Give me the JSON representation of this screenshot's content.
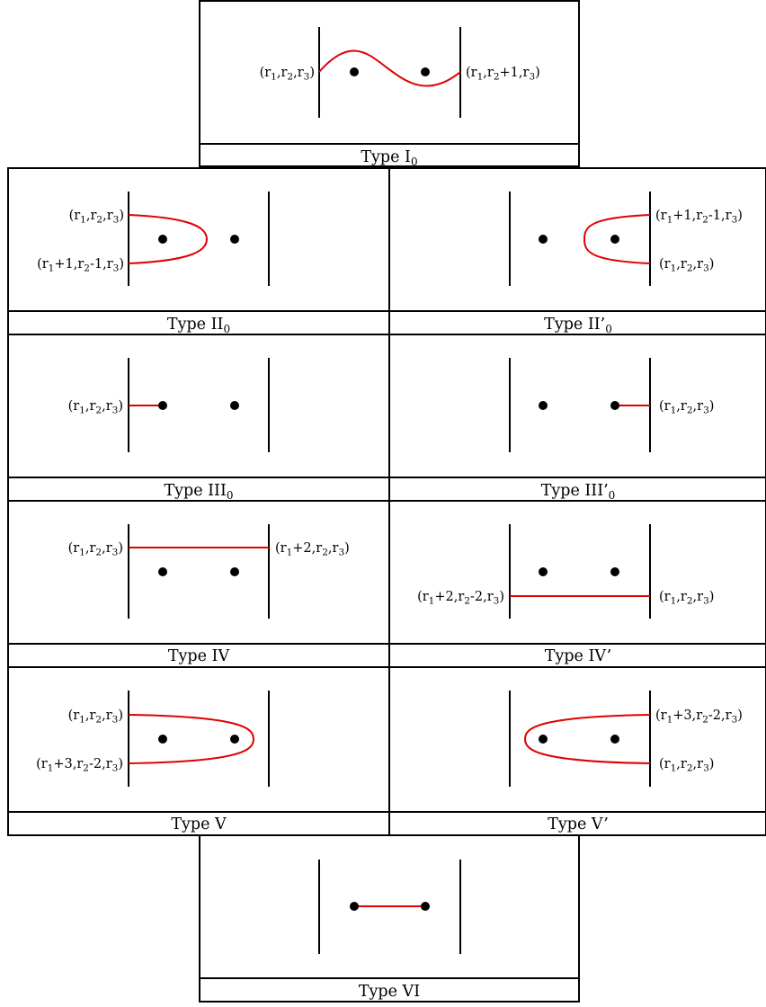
{
  "colors": {
    "curve": "#e00000",
    "line": "#000000",
    "background": "#ffffff"
  },
  "panels": {
    "type_I0": {
      "caption": {
        "text": "Type I",
        "sub": "0"
      },
      "label_left": {
        "parts": [
          "(r",
          "1",
          ",r",
          "2",
          ",r",
          "3",
          ")"
        ]
      },
      "label_right": {
        "parts": [
          "(r",
          "1",
          ",r",
          "2",
          "+1,r",
          "3",
          ")"
        ]
      }
    },
    "type_II0": {
      "caption": {
        "text": "Type II",
        "sub": "0"
      },
      "label_top": {
        "parts": [
          "(r",
          "1",
          ",r",
          "2",
          ",r",
          "3",
          ")"
        ]
      },
      "label_bottom": {
        "parts": [
          "(r",
          "1",
          "+1,r",
          "2",
          "-1,r",
          "3",
          ")"
        ]
      }
    },
    "type_II0_prime": {
      "caption": {
        "text": "Type II’",
        "sub": "0"
      },
      "label_top": {
        "parts": [
          "(r",
          "1",
          "+1,r",
          "2",
          "-1,r",
          "3",
          ")"
        ]
      },
      "label_bottom": {
        "parts": [
          "(r",
          "1",
          ",r",
          "2",
          ",r",
          "3",
          ")"
        ]
      }
    },
    "type_III0": {
      "caption": {
        "text": "Type III",
        "sub": "0"
      },
      "label": {
        "parts": [
          "(r",
          "1",
          ",r",
          "2",
          ",r",
          "3",
          ")"
        ]
      }
    },
    "type_III0_prime": {
      "caption": {
        "text": "Type III’",
        "sub": "0"
      },
      "label": {
        "parts": [
          "(r",
          "1",
          ",r",
          "2",
          ",r",
          "3",
          ")"
        ]
      }
    },
    "type_IV": {
      "caption": {
        "text": "Type IV"
      },
      "label_left": {
        "parts": [
          "(r",
          "1",
          ",r",
          "2",
          ",r",
          "3",
          ")"
        ]
      },
      "label_right": {
        "parts": [
          "(r",
          "1",
          "+2,r",
          "2",
          ",r",
          "3",
          ")"
        ]
      }
    },
    "type_IV_prime": {
      "caption": {
        "text": "Type IV’"
      },
      "label_left": {
        "parts": [
          "(r",
          "1",
          "+2,r",
          "2",
          "-2,r",
          "3",
          ")"
        ]
      },
      "label_right": {
        "parts": [
          "(r",
          "1",
          ",r",
          "2",
          ",r",
          "3",
          ")"
        ]
      }
    },
    "type_V": {
      "caption": {
        "text": "Type V"
      },
      "label_top": {
        "parts": [
          "(r",
          "1",
          ",r",
          "2",
          ",r",
          "3",
          ")"
        ]
      },
      "label_bottom": {
        "parts": [
          "(r",
          "1",
          "+3,r",
          "2",
          "-2,r",
          "3",
          ")"
        ]
      }
    },
    "type_V_prime": {
      "caption": {
        "text": "Type V’"
      },
      "label_top": {
        "parts": [
          "(r",
          "1",
          "+3,r",
          "2",
          "-2,r",
          "3",
          ")"
        ]
      },
      "label_bottom": {
        "parts": [
          "(r",
          "1",
          ",r",
          "2",
          ",r",
          "3",
          ")"
        ]
      }
    },
    "type_VI": {
      "caption": {
        "text": "Type VI"
      }
    }
  }
}
